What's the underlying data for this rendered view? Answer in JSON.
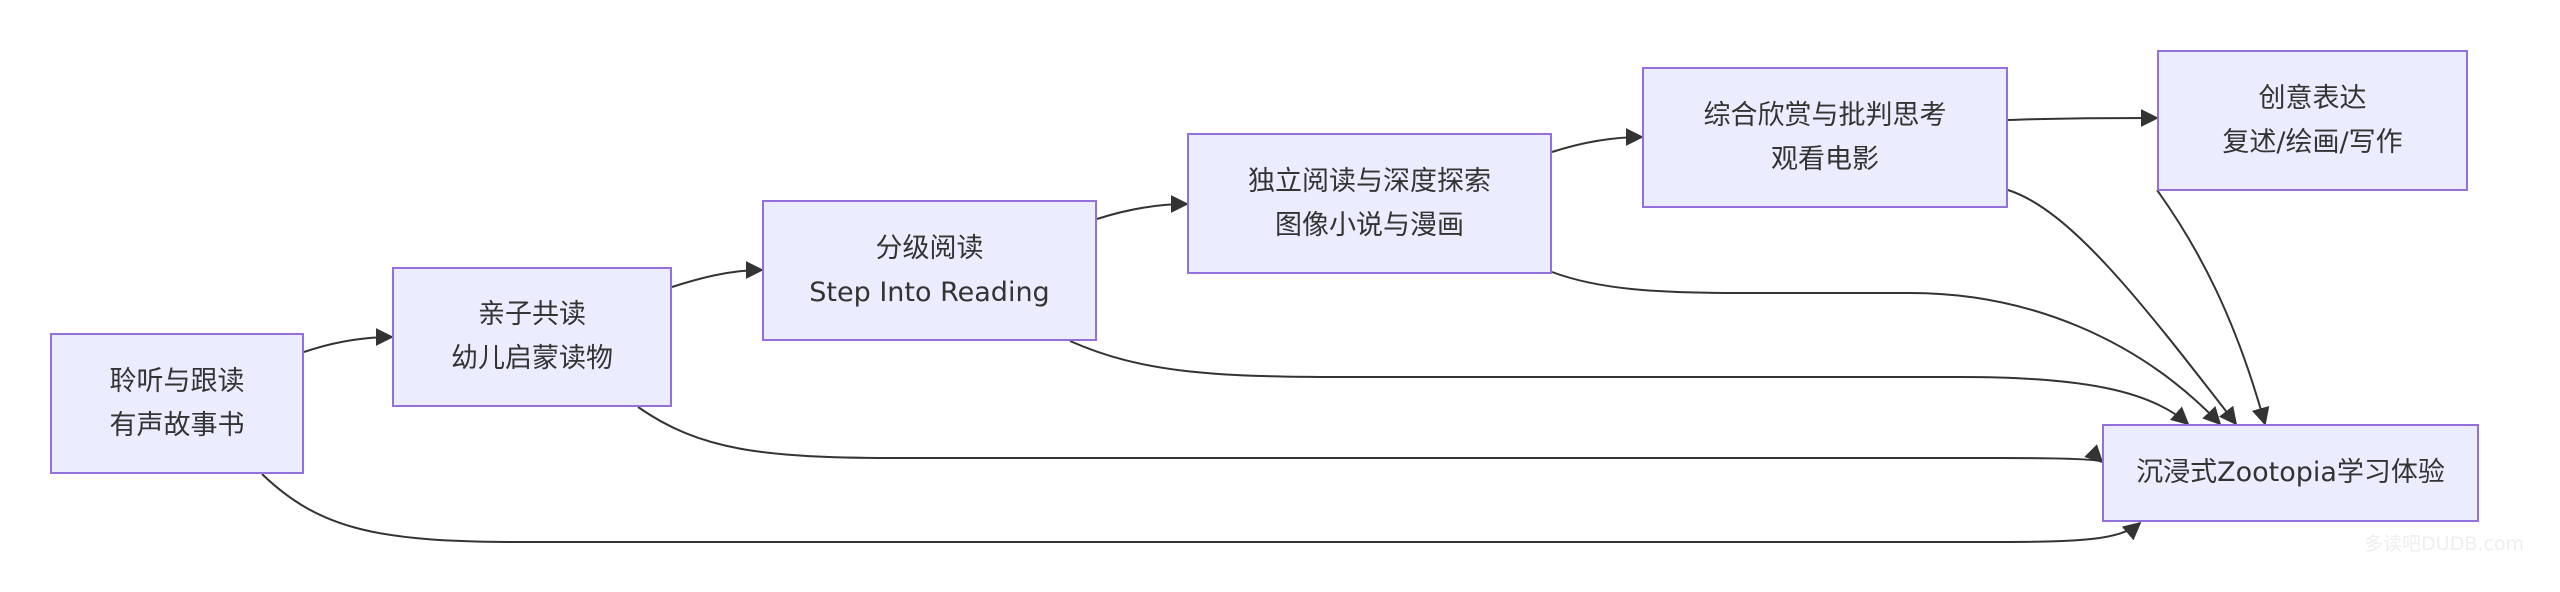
{
  "nodes": {
    "listen": {
      "line1": "聆听与跟读",
      "line2": "有声故事书"
    },
    "parent": {
      "line1": "亲子共读",
      "line2": "幼儿启蒙读物"
    },
    "graded": {
      "line1": "分级阅读",
      "line2": "Step Into Reading"
    },
    "independent": {
      "line1": "独立阅读与深度探索",
      "line2": "图像小说与漫画"
    },
    "critical": {
      "line1": "综合欣赏与批判思考",
      "line2": "观看电影"
    },
    "creative": {
      "line1": "创意表达",
      "line2": "复述/绘画/写作"
    },
    "immersive": {
      "line1": "沉浸式Zootopia学习体验"
    }
  },
  "edges": [
    {
      "from": "listen",
      "to": "parent"
    },
    {
      "from": "parent",
      "to": "graded"
    },
    {
      "from": "graded",
      "to": "independent"
    },
    {
      "from": "independent",
      "to": "critical"
    },
    {
      "from": "critical",
      "to": "creative"
    },
    {
      "from": "listen",
      "to": "immersive"
    },
    {
      "from": "parent",
      "to": "immersive"
    },
    {
      "from": "graded",
      "to": "immersive"
    },
    {
      "from": "independent",
      "to": "immersive"
    },
    {
      "from": "critical",
      "to": "immersive"
    },
    {
      "from": "creative",
      "to": "immersive"
    }
  ],
  "colors": {
    "node_fill": "#ececff",
    "node_border": "#9370db",
    "edge": "#333333",
    "text": "#333333"
  },
  "watermark": "多读吧DUDB.com"
}
